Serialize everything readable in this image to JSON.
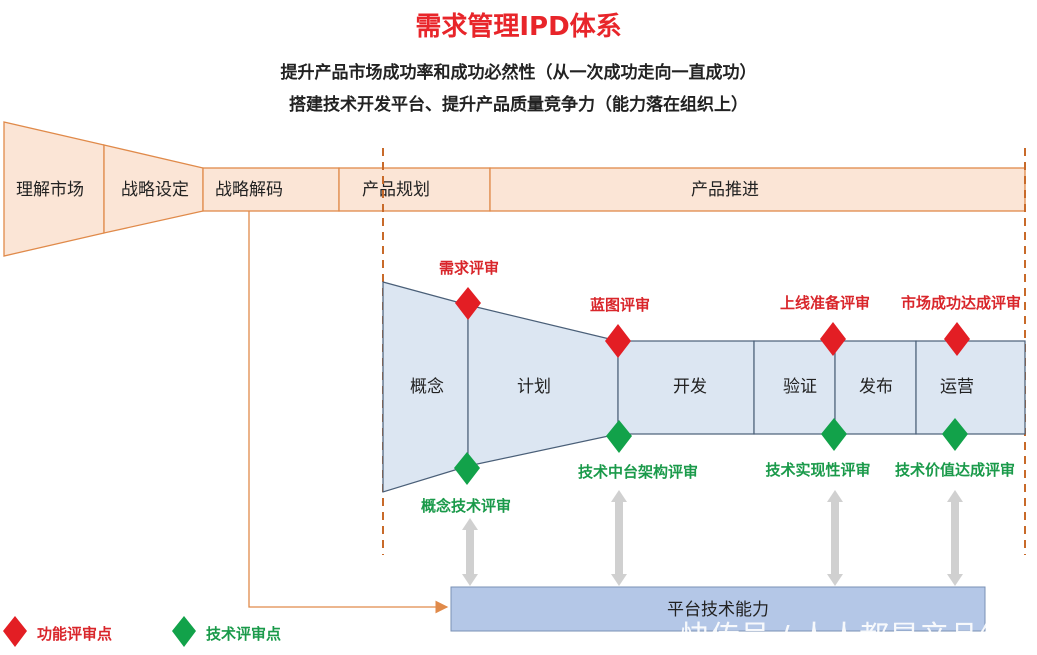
{
  "title": "需求管理IPD体系",
  "subtitle_1": "提升产品市场成功率和成功必然性（从一次成功走向一直成功）",
  "subtitle_2": "搭建技术开发平台、提升产品质量竞争力（能力落在组织上）",
  "top_flow": {
    "stages": [
      "理解市场",
      "战略设定",
      "战略解码",
      "产品规划",
      "产品推进"
    ]
  },
  "phases": [
    "概念",
    "计划",
    "开发",
    "验证",
    "发布",
    "运营"
  ],
  "function_reviews": [
    "需求评审",
    "蓝图评审",
    "上线准备评审",
    "市场成功达成评审"
  ],
  "tech_reviews": [
    "概念技术评审",
    "技术中台架构评审",
    "技术实现性评审",
    "技术价值达成评审"
  ],
  "platform": "平台技术能力",
  "legend": {
    "function_review": "功能评审点",
    "tech_review": "技术评审点"
  },
  "watermark": "快传号 / 人人都是产品经",
  "colors": {
    "orange_fill": "#fbe5d6",
    "orange_stroke": "#e08a4a",
    "blue_fill": "#dce6f2",
    "blue_stroke": "#4a5f78",
    "platform_fill": "#b4c7e7",
    "red": "#e31e24",
    "green": "#12a24a",
    "arrow_gray": "#d0d0d0"
  }
}
